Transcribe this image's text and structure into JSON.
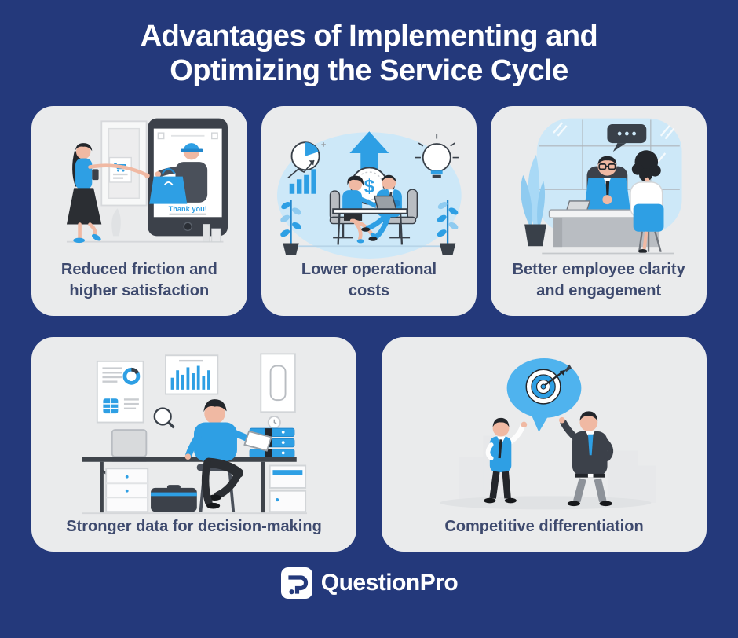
{
  "page": {
    "title": "Advantages of Implementing and Optimizing the Service Cycle"
  },
  "colors": {
    "background": "#24397B",
    "card_background": "#EAEBEC",
    "caption_text": "#3E4A6E",
    "title_text": "#FFFFFF",
    "accent_blue": "#2E9FE4",
    "light_blue": "#CDE8F8",
    "dark_ink": "#3C414A"
  },
  "cards": [
    {
      "id": "reduced-friction",
      "caption": "Reduced friction and higher satisfaction",
      "illustration": "customer-receiving-delivery-through-tablet",
      "screen_message": "Thank you!"
    },
    {
      "id": "lower-costs",
      "caption": "Lower operational costs",
      "illustration": "two-colleagues-at-desk-with-dollar-coin-growth-arrow-lightbulb",
      "coin_symbol": "$"
    },
    {
      "id": "employee-clarity",
      "caption": "Better employee clarity and engagement",
      "illustration": "manager-meeting-employee-at-office-desk"
    },
    {
      "id": "stronger-data",
      "caption": "Stronger data for decision-making",
      "illustration": "analyst-with-charts-laptop-and-binders-at-desk"
    },
    {
      "id": "competitive-differentiation",
      "caption": "Competitive differentiation",
      "illustration": "two-businessmen-talking-with-target-speech-bubble"
    }
  ],
  "footer": {
    "brand": "QuestionPro"
  }
}
